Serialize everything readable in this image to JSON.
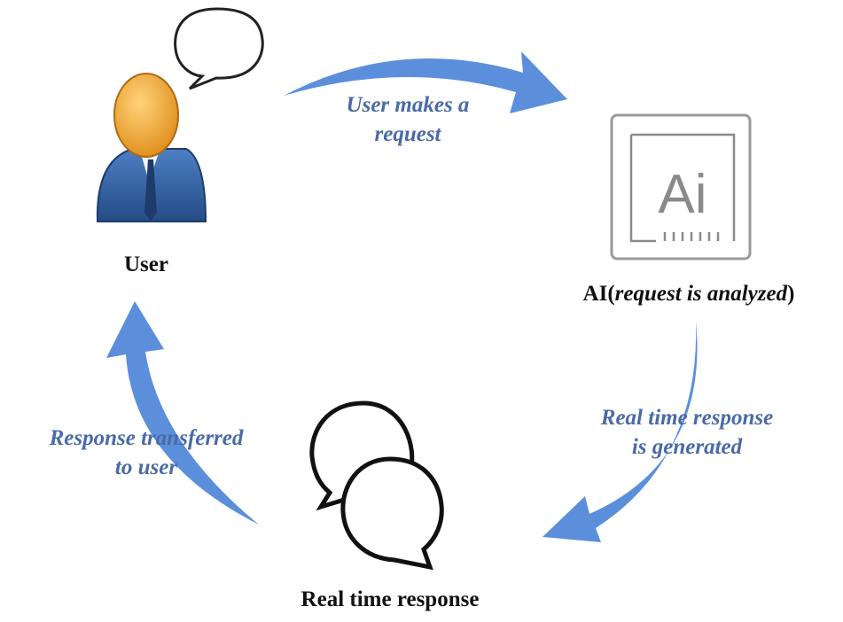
{
  "nodes": {
    "user": {
      "label": "User"
    },
    "ai": {
      "label_prefix": "AI(",
      "label_italic": "request is analyzed",
      "label_suffix": ")",
      "icon_text": "Ai"
    },
    "response": {
      "label": "Real time response"
    }
  },
  "arrows": {
    "request": {
      "line1": "User makes a",
      "line2": "request"
    },
    "generated": {
      "line1": "Real time response",
      "line2": "is generated"
    },
    "transferred": {
      "line1": "Response transferred",
      "line2": "to user"
    }
  },
  "colors": {
    "arrow": "#5b8fdc",
    "arrow_text": "#4a6aa6",
    "user_head": "#f0a533",
    "user_body": "#2f5e9e",
    "icon_stroke": "#8a8a8a"
  },
  "icons": [
    "user-icon",
    "speech-bubble-icon",
    "ai-chip-icon",
    "chat-bubbles-icon"
  ]
}
